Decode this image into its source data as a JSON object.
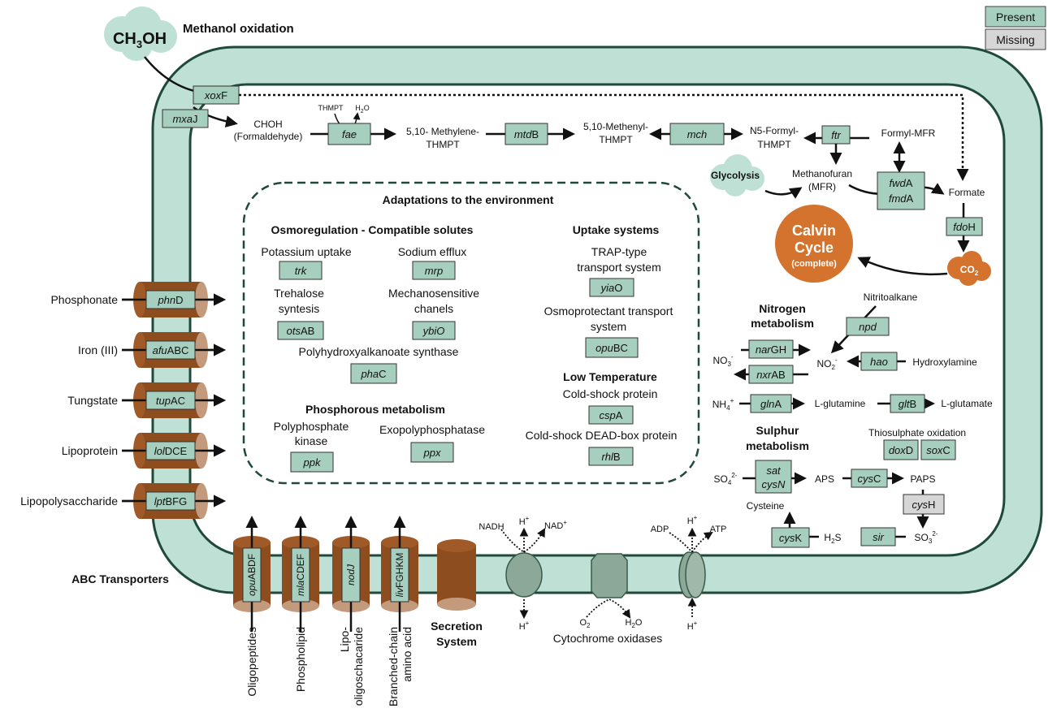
{
  "legend": {
    "present": "Present",
    "missing": "Missing"
  },
  "colors": {
    "present": "#a7cfbf",
    "missing": "#d6d6d6",
    "membrane": "#bfe1d5",
    "transporter": "#8d4d1f",
    "calvin": "#d3732d",
    "cloud": "#bfe1d5"
  },
  "methanol": {
    "cloud": "CH",
    "cloud_sub": "3",
    "cloud_end": "OH",
    "title": "Methanol oxidation",
    "xoxF": "xox",
    "xoxF_end": "F",
    "mxaJ": "mxa",
    "mxaJ_end": "J"
  },
  "c1": {
    "choh": "CHOH",
    "choh2": "(Formaldehyde)",
    "thmpt": "THMPT",
    "h2o": "H",
    "h2o_sub": "2",
    "h2o_end": "O",
    "fae": "fae",
    "methylene1": "5,10- Methylene-",
    "methylene2": "THMPT",
    "mtdB": "mtd",
    "mtdB_end": "B",
    "methenyl1": "5,10-Methenyl-",
    "methenyl2": "THMPT",
    "mch": "mch",
    "formyl1": "N5-Formyl-",
    "formyl2": "THMPT",
    "ftr": "ftr",
    "formylmfr": "Formyl-MFR",
    "glycolysis": "Glycolysis",
    "mfr1": "Methanofuran",
    "mfr2": "(MFR)",
    "fwdA": "fwd",
    "fwdA_end": "A",
    "fmdA": "fmd",
    "fmdA_end": "A",
    "formate": "Formate",
    "fdoH": "fdo",
    "fdoH_end": "H",
    "co2": "CO",
    "co2_sub": "2",
    "calvin1": "Calvin",
    "calvin2": "Cycle",
    "calvin3": "(complete)"
  },
  "adapt": {
    "title": "Adaptations to the environment",
    "osmo_title": "Osmoregulation - Compatible solutes",
    "k_uptake": "Potassium uptake",
    "trk": "trk",
    "na_efflux": "Sodium efflux",
    "mrp": "mrp",
    "trehalose1": "Trehalose",
    "trehalose2": "syntesis",
    "otsAB": "ots",
    "otsAB_end": "AB",
    "mechano1": "Mechanosensitive",
    "mechano2": "chanels",
    "ybiO": "ybiO",
    "pha_label": "Polyhydroxyalkanoate synthase",
    "phaC": "pha",
    "phaC_end": "C",
    "phos_title": "Phosphorous metabolism",
    "polyp1": "Polyphosphate",
    "polyp2": "kinase",
    "ppk": "ppk",
    "exopoly": "Exopolyphosphatase",
    "ppx": "ppx",
    "uptake_title": "Uptake systems",
    "trap1": "TRAP-type",
    "trap2": "transport system",
    "yiaO": "yia",
    "yiaO_end": "O",
    "osmoprot1": "Osmoprotectant transport",
    "osmoprot2": "system",
    "opuBC": "opu",
    "opuBC_end": "BC",
    "lowtemp_title": "Low Temperature",
    "cold1": "Cold-shock protein",
    "cspA": "csp",
    "cspA_end": "A",
    "cold2": "Cold-shock DEAD-box protein",
    "rhlB": "rhl",
    "rhlB_end": "B"
  },
  "nitrogen": {
    "title1": "Nitrogen",
    "title2": "metabolism",
    "nitroalkane": "Nitritoalkane",
    "npd": "npd",
    "narGH": "nar",
    "narGH_end": "GH",
    "nxrAB": "nxr",
    "nxrAB_end": "AB",
    "no3": "NO",
    "no3_sub": "3",
    "no3_sup": "-",
    "no2": "NO",
    "no2_sub": "2",
    "no2_sup": "-",
    "hao": "hao",
    "hydroxylamine": "Hydroxylamine",
    "nh4": "NH",
    "nh4_sub": "4",
    "nh4_sup": "+",
    "glnA": "gln",
    "glnA_end": "A",
    "lglutamine": "L-glutamine",
    "gltB": "glt",
    "gltB_end": "B",
    "lglutamate": "L-glutamate"
  },
  "sulphur": {
    "title1": "Sulphur",
    "title2": "metabolism",
    "thio": "Thiosulphate oxidation",
    "doxD": "dox",
    "doxD_end": "D",
    "soxC": "sox",
    "soxC_end": "C",
    "so4": "SO",
    "so4_sub": "4",
    "so4_sup": "2-",
    "sat": "sat",
    "cysN": "cysN",
    "aps": "APS",
    "cysC": "cys",
    "cysC_end": "C",
    "paps": "PAPS",
    "cysH": "cys",
    "cysH_end": "H",
    "cysteine": "Cysteine",
    "cysK": "cys",
    "cysK_end": "K",
    "h2s": "H",
    "h2s_sub": "2",
    "h2s_end": "S",
    "sir": "sir",
    "so3": "SO",
    "so3_sub": "3",
    "so3_sup": "2-"
  },
  "abc_side": [
    {
      "substrate": "Phosphonate",
      "gene": "phn",
      "gene_end": "D"
    },
    {
      "substrate": "Iron (III)",
      "gene": "afu",
      "gene_end": "ABC"
    },
    {
      "substrate": "Tungstate",
      "gene": "tup",
      "gene_end": "AC"
    },
    {
      "substrate": "Lipoprotein",
      "gene": "lol",
      "gene_end": "DCE"
    },
    {
      "substrate": "Lipopolysaccharide",
      "gene": "lpt",
      "gene_end": "BFG"
    }
  ],
  "abc_title": "ABC Transporters",
  "abc_bottom": [
    {
      "gene": "opu",
      "gene_end": "ABDF",
      "substrate1": "Oligopeptides",
      "substrate2": ""
    },
    {
      "gene": "mla",
      "gene_end": "CDEF",
      "substrate1": "Phospholipid",
      "substrate2": ""
    },
    {
      "gene": "nodJ",
      "gene_end": "",
      "substrate1": "Lipo-",
      "substrate2": "oligoschacaride"
    },
    {
      "gene": "liv",
      "gene_end": "FGHKM",
      "substrate1": "Branched-chain",
      "substrate2": "amino acid"
    }
  ],
  "secretion": {
    "line1": "Secretion",
    "line2": "System"
  },
  "resp": {
    "nadh": "NADH",
    "nad": "NAD",
    "nad_sup": "+",
    "hplus": "H",
    "hplus_sup": "+",
    "o2": "O",
    "o2_sub": "2",
    "h2o": "H",
    "h2o_sub": "2",
    "h2o_end": "O",
    "cyto": "Cytochrome oxidases",
    "adp": "ADP",
    "atp": "ATP"
  }
}
